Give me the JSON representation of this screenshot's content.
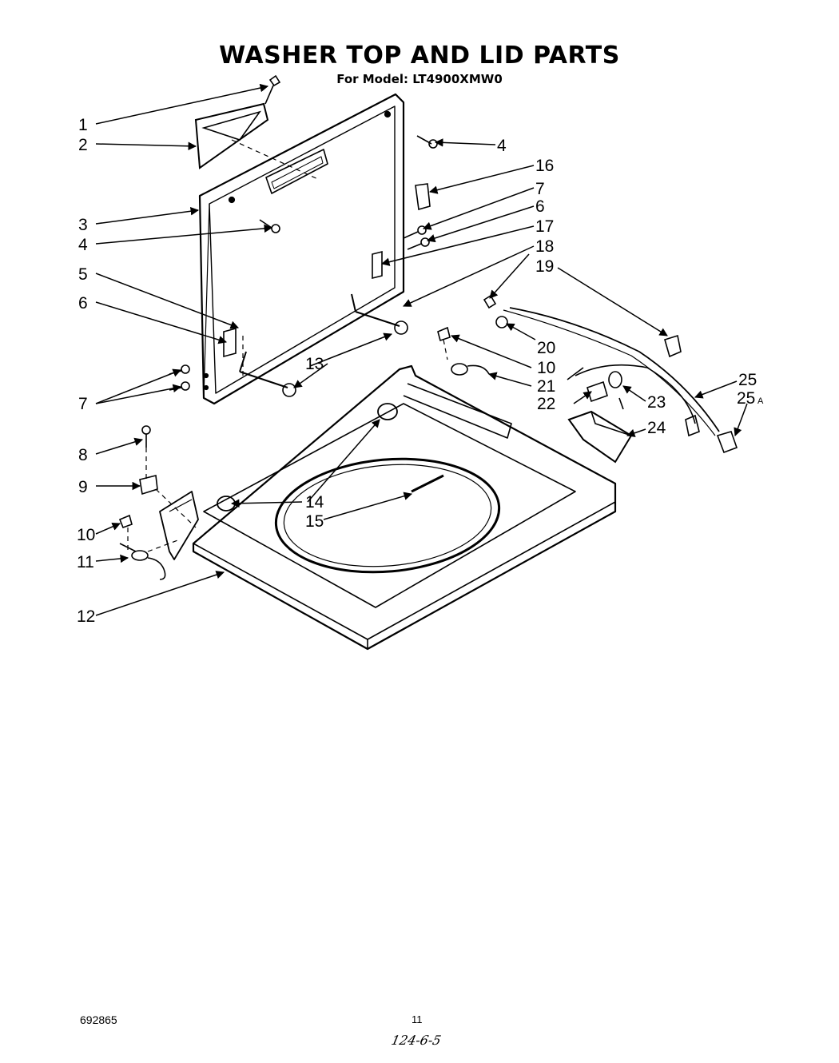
{
  "title": "WASHER TOP AND LID PARTS",
  "subtitle": "For Model: LT4900XMW0",
  "callouts": {
    "c1": "1",
    "c2": "2",
    "c3": "3",
    "c4a": "4",
    "c4b": "4",
    "c5": "5",
    "c6a": "6",
    "c6b": "6",
    "c7a": "7",
    "c7b": "7",
    "c8": "8",
    "c9": "9",
    "c10a": "10",
    "c10b": "10",
    "c11": "11",
    "c12": "12",
    "c13": "13",
    "c14": "14",
    "c15": "15",
    "c16": "16",
    "c17": "17",
    "c18": "18",
    "c19": "19",
    "c20": "20",
    "c21": "21",
    "c22": "22",
    "c23": "23",
    "c24": "24",
    "c25": "25",
    "c25a": "25",
    "c25a_suffix": "A"
  },
  "footer": {
    "doc_number": "692865",
    "page_number": "11",
    "handwritten": "124-6-5"
  }
}
